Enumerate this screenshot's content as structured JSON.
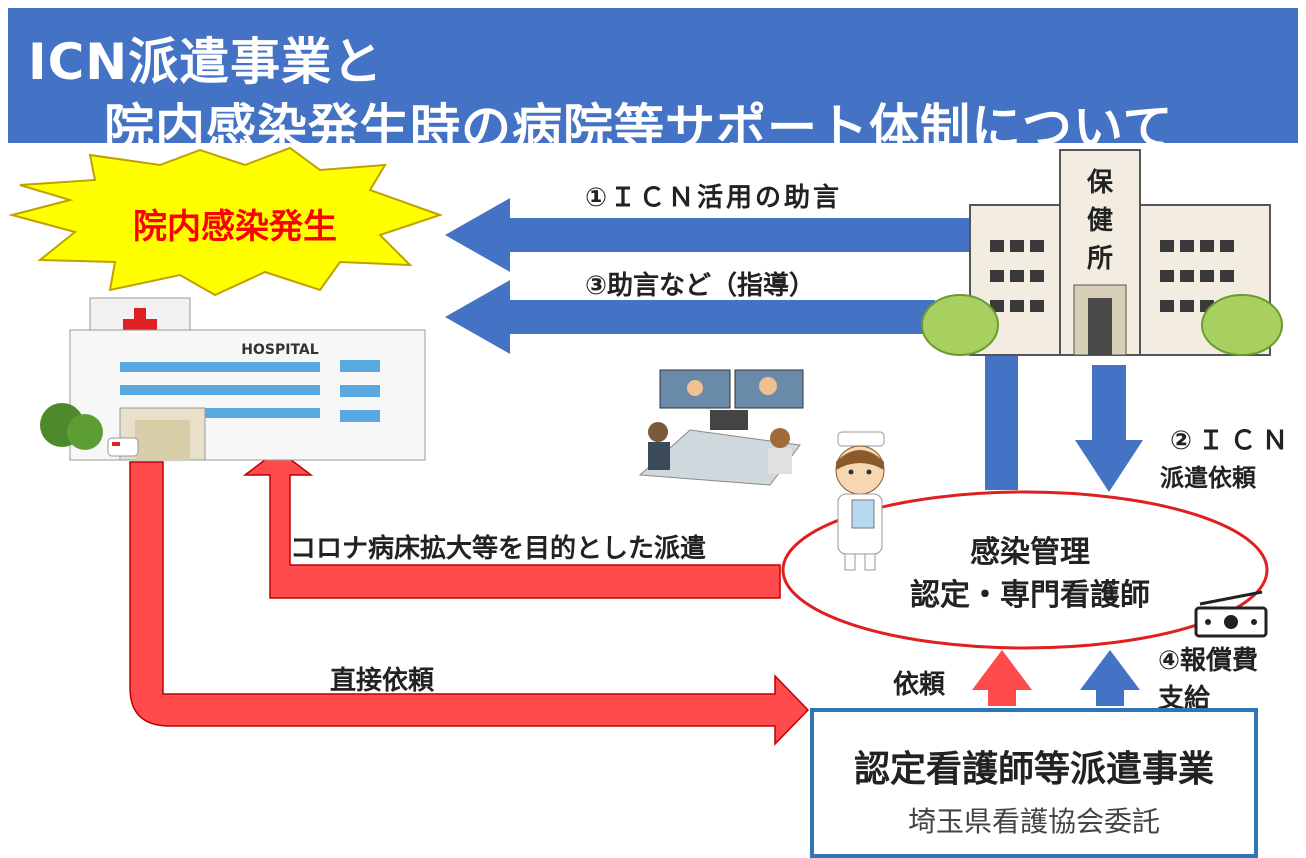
{
  "title": {
    "line1": "ICN派遣事業と",
    "line2": "院内感染発生時の病院等サポート体制について"
  },
  "outbreak": {
    "label": "院内感染発生"
  },
  "hospital": {
    "sign": "HOSPITAL"
  },
  "health_center": {
    "label": "保健所"
  },
  "arrows": {
    "advice_icn": "①ＩＣＮ活用の助言",
    "advice_guidance": "③助言など（指導）",
    "icn_request_1": "②ＩＣＮ",
    "icn_request_2": "派遣依頼",
    "corona_dispatch": "コロナ病床拡大等を目的とした派遣",
    "direct_request": "直接依頼",
    "request": "依頼",
    "reward_1": "④報償費",
    "reward_2": "支給"
  },
  "nurse": {
    "line1": "感染管理",
    "line2": "認定・専門看護師"
  },
  "project": {
    "title": "認定看護師等派遣事業",
    "subtitle": "埼玉県看護協会委託"
  },
  "colors": {
    "title_band": "#4472c4",
    "blue_arrow": "#4472c4",
    "red_arrow": "#ff4b4b",
    "outbreak_fill": "#ffff00",
    "outbreak_text": "#ff0000",
    "ellipse_stroke": "#e02020",
    "box_border": "#2e75b6"
  },
  "icons": {
    "hospital": "hospital-building-icon",
    "health_center": "health-center-building-icon",
    "meeting": "video-conference-icon",
    "nurse": "nurse-icon",
    "money": "money-bill-icon"
  }
}
